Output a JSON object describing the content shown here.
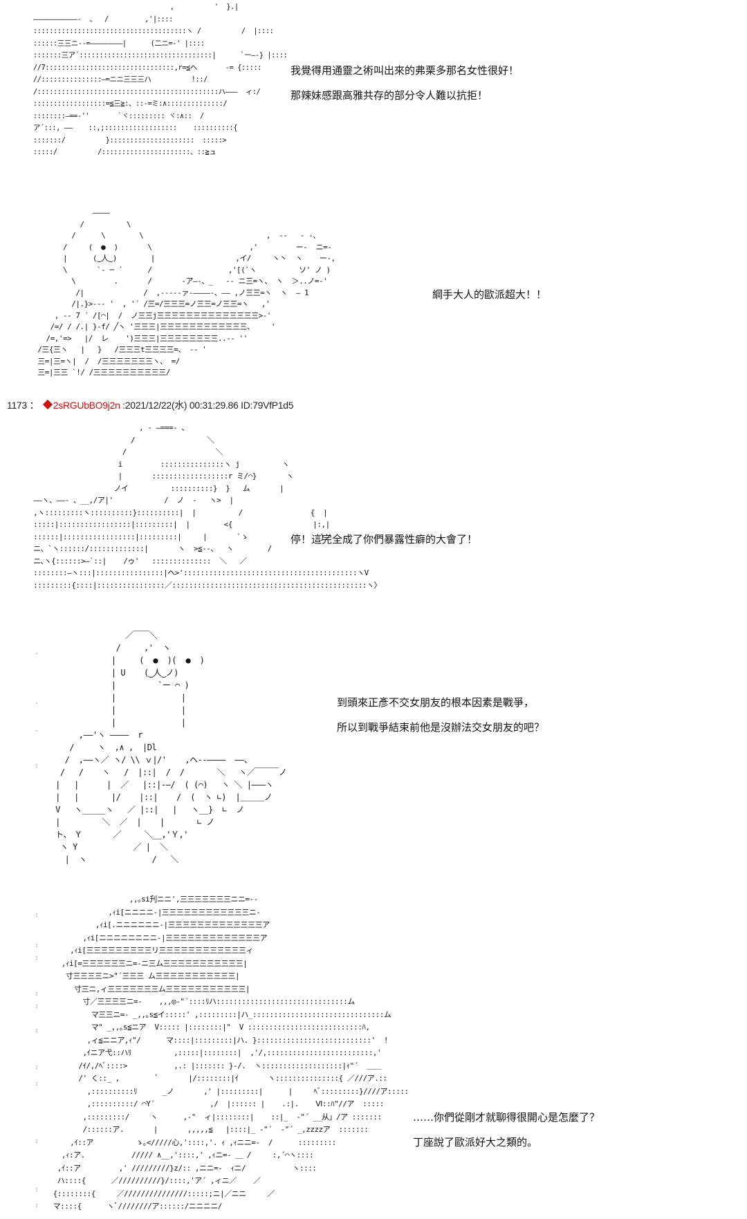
{
  "post": {
    "number": "1173",
    "separator": "：",
    "trip": "2sRGUbBO9j2n",
    "datetime": ":2021/12/22(水) 00:31:29.86",
    "id": "ID:79VfP1d5",
    "trip_color": "#cc1111"
  },
  "panels": [
    {
      "name": "panel-1",
      "dialogue": [
        "我覺得用通靈之術叫出來的弗栗多那名女性很好！",
        "那辣妹感跟高雅共存的部分令人難以抗拒！"
      ],
      "art": "                                   ,          '  }.|\n ―――――――――――‐  、  /         ,'|::::\n ::::::::::::::::::::::::::::::::::::::ヽ /          /  |::::\n ::::::三三ニ‐-=――――――――|      (二ニ=‐' |::::\n :::::::三ア´:::::::::::::::::::::::::::::::::|      `ー―‐} |::::\n //7::::::::::::::::::::::::::::::::,r=≦ヘ       -= {:::::\n //:::::::::::::::―=ニニ三三三ハ          !::/\n /:::::::::::::::::::::::::::::::::::::::::::::ハ―――  ィ:/\n ::::::::::::::::::=≦三≧:、::-=ミ:∧::::::::::::::/\n ::::::::―==-''       `ヾ::::::::: ヾ:∧::  /\n ア´:::, ――    ::,;::::::::::::::::::    ::::::::::{\n :::::::/          }:::::::::::::::::::::  :::::>\n :::::/          /::::::::::::::::::::::、::≧ュ"
    },
    {
      "name": "panel-2",
      "dialogue": [
        "綱手大人的歐派超大！！"
      ],
      "art": "               ――――\n            /          \\\n          /      \\        \\                             ,  ‐‐   ‐ ‐、\n        /     (  ●  )       \\                       ,'         ー‐  ニ=‐\n        |      (‿人‿)        |                   ,イ/     ヽ丶  ヽ    ー‐,\n        \\       `‐ ─ ´      /                  ,'[(`ヽ          ソ' ノ )\n          \\         .       /       ‐ア―‐、_   ‐‐ ニ三=ヽ、 ヽ  ＞..ノ=‐'\n           /|              /  ,-‐-‐-ァ-――――-、―― ,ノ三三=ヽ  ヽ  ― 1\n          /|.}>‐-‐ '  , '´ /三=/三三三=ノ三三=ノ三三=ヽ   ,'\n      , ‐- 7 ´ /[⌒|  /  ノ三三j三三三三三三三三三三三三三三>‐'\n     /=/ / /.| }‐f/ ╱ヽ '三三三|三三三三三三三三三三三三、    '\n    /=,'=>   |/  レ    ')三三三|三三三三三三三三..‐‐ ''\n  /三{三ヽ   |   }   /三三三t三三三三=、 ‐‐ '\n  三=|三=ヽ|  /  /三三三三三三三ヽ、 =/\n  三=|三三 `!/ /三三三三三三三三三三/"
    },
    {
      "name": "panel-3",
      "dialogue": [
        "停！這完全成了你們暴露性癖的大會了！"
      ],
      "art": "                          , ‐ ―===‐ 、\n                        /                 ＼\n                      /                     ＼\n                     i         :::::::::::::::ヽ j          ヽ\n                     |       ::::::::::::::::::r ミ/⌒}       ヽ\n                    ノイ          ::::::::::}  }   ム       |\n ――ヽ、――‐ 、__,/ア|'            /  ノ  ‐   ヽ>  |\n ,ヽ:::::::::ヽ::::::::::}::::::::::|  |          /                {  |\n :::::|:::::::::::::::::|:::::::::|  |        <{                   |:,|\n ::::::|:::::::::::::::::|:::::::::|     |       `ゝ                 }ノ\n ニ、`ヽ::::::/:::::::::::::|       ヽ  >≦‐-、  ヽ        /\n ニ､ヽ{::::::>―`::|    /ゥ'   ::::::::::::::  ＼   ／\n ::::::::―ヽ:::|::::::::::::::::|ヘ>':::::::::::::::::::::::::::::::::::::::::ヽV\n :::::::::{::::|::::::::::::::::／::::::::::::::::::::::::::::::::::::::::::::::ヽ〉"
    },
    {
      "name": "panel-4",
      "dialogue": [
        "到頭來正彥不交女朋友的根本因素是戰爭，",
        "所以到戰爭結束前他是沒辦法交女朋友的吧？"
      ],
      "art": "                  ／￣￣＼\n                /     ,'  ヽ\n               |     (  ●  )(  ●  )\n               | U    (‿人‿ノ)\n               |         `ー ⌒ )\n               |              |\n               |              |\n               |              |\n        ,――'ヽ ――――  r\n      /     ヽ  ,∧ ,  |Dl\n     /  ,――ヽ／ ヽ/ \\\\ ｖ|/'    ,ヘ‐‐――――  ――、\n    /   /    ヽ   /  |::|  /  /       ＼   ヽ／￣￣￣ノ\n   |   |      |  ／   |::|-―/  ( (⌒)   ヽ ＼ |―――ヽ\n   |   |       |/    |::|    /  (  ヽ ∟)  |＿＿＿ノ\n   V   ヽ_____ヽ   ／ |::|   |   ヽ__}  ∟  ノ\n   |         ＼  ／  |    |       ∟ ノ\n   ト、 Y       ／     ＼__,'Ｙ,'\n    ヽ Y            ／ |  ＼\n     |  ヽ              /   ＼"
    },
    {
      "name": "panel-5",
      "dialogue": [
        "……你們從剛才就聊得很開心是怎麼了？",
        "丁座說了歐派好大之類的。"
      ],
      "art": "                       ,,｡si刋ニニ',三三三三三三三ニニ=‐‐\n                  ,ｨi[ニニニニ‐|三三三三三三三三三三三三ニ‐\n               ,ｨi[.ニニニニニニ‐|三三三三三三三三三三三三三ア\n            ,ｨi[ニニニニニニニニ‐|三三三三三三三三三三三三三ア\n         ,ｨi[三三三三三三三三三リ三三三三三三三三三三三三ィ\n       ,ｨi[=三三三三三三ニ=‐ニ三ム三三三三三三三三三三三|\n        寸三三三三ニ>\"´三三三 ム三三三三三三三三三三三|\n          寸三ニ,ィ三三三三三三三ム三三三三三三三三三三三|\n            寸／三三三三ニ=‐    ,,,◎‐\"´::::ﾘハ:::::::::::::::::::::::::::::::ム\n              マ三三ニ=‐ _,,｡s≦イ:::::' ,:::::::::|ハ_:::::::::::::::::::::::::::::::ム\n              マ\" _,,｡s≦ニア  V::::: |::::::::|\"  V :::::::::::::::::::::::::::ﾊ,\n             ,ィ≦ニニア,ｨ\"/      マ::::|:::::::::|ハ. }:::::::::::::::::::::::::::'  !\n            ,ｲニア弋::ハﾘ          ,:::::|::::::::|  ,'/,:::::::::::::::::::::::::,'\n           /ｲ/,/ﾍﾞ::::>           ,.: |::::::: }‐/.  ヽ:::::::::::::::::::|ｨ\"´  ＿＿\n           /' く::_ ,         ﾞ       |/::::::::|ｲ       ヽ:::::::::::::::{ ／///ア.::\n             ,::::::::::ﾘ      _ノ       ,' |:::::::::|      |     ﾍﾞ:::::::::}////ア:::::\n             ,::::::::::/ ⌒Y´             ,/  |:::::: |    .:|.    Ⅵ::ﾊ\"//ア  :::::\n            ,:::::::::/     ヽ      ,-\"  ィ|::::::::|    ::|_  ‐\"´ __从」/ア :::::::\n            /::::::ア.       |       ,,,,,≦   |::::|_ ‐\"´  ‐\"´ _,zzzzア  :::::::\n         ,ｲ::ア          ゝ｡</////心,'::::,'. ｨ ,ｨニニ=‐  /      :::::::::\n       ,ｨ:ア.           ///// ∧__,'::::,' ,ｨニ=‐ ＿ /     :,´⌒ヽ::::\n      ,ｲ::ア         ,' /////////}z/:: ,ニニ=‐  ｨニ/           ヽ::::\n      ハ::::{      ／//////////}/::::,'ア´ ,ィニ／    ／\n     {::::::::{     ／///////////////:::::;ニ|／ニニ     ／\n     マ::::{      ヽﾞ////////ア::::::/ニニニニ/"
    }
  ]
}
